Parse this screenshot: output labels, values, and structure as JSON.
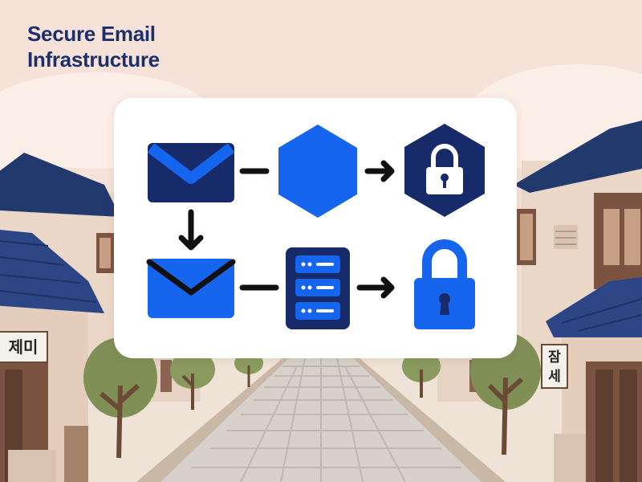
{
  "title": {
    "line1": "Secure Email",
    "line2": "Infrastructure"
  },
  "signs": {
    "left": "제미",
    "right_line1": "잠",
    "right_line2": "세"
  },
  "colors": {
    "navy": "#1b2f6b",
    "blue": "#1565ef",
    "dark_navy": "#172a6a",
    "background": "#f6e2d8",
    "roof": "#22396e",
    "wall": "#ead7c8",
    "wood": "#7a5440",
    "tree": "#7f8f55",
    "trunk": "#6b4a36",
    "pavement": "#d9d6d0"
  },
  "diagram": {
    "nodes": [
      {
        "id": "email-envelope",
        "icon": "envelope-icon",
        "style": "dark"
      },
      {
        "id": "hexagon",
        "icon": "hexagon-icon",
        "style": "blue"
      },
      {
        "id": "hex-lock",
        "icon": "hexagon-lock-icon",
        "style": "dark"
      },
      {
        "id": "open-envelope",
        "icon": "envelope-open-icon",
        "style": "blue"
      },
      {
        "id": "server",
        "icon": "server-stack-icon",
        "style": "dark"
      },
      {
        "id": "padlock",
        "icon": "padlock-icon",
        "style": "blue"
      }
    ],
    "connectors": [
      {
        "from": "email-envelope",
        "to": "hexagon",
        "kind": "line"
      },
      {
        "from": "hexagon",
        "to": "hex-lock",
        "kind": "arrow"
      },
      {
        "from": "email-envelope",
        "to": "open-envelope",
        "kind": "arrow"
      },
      {
        "from": "open-envelope",
        "to": "server",
        "kind": "line"
      },
      {
        "from": "server",
        "to": "padlock",
        "kind": "arrow"
      }
    ]
  }
}
